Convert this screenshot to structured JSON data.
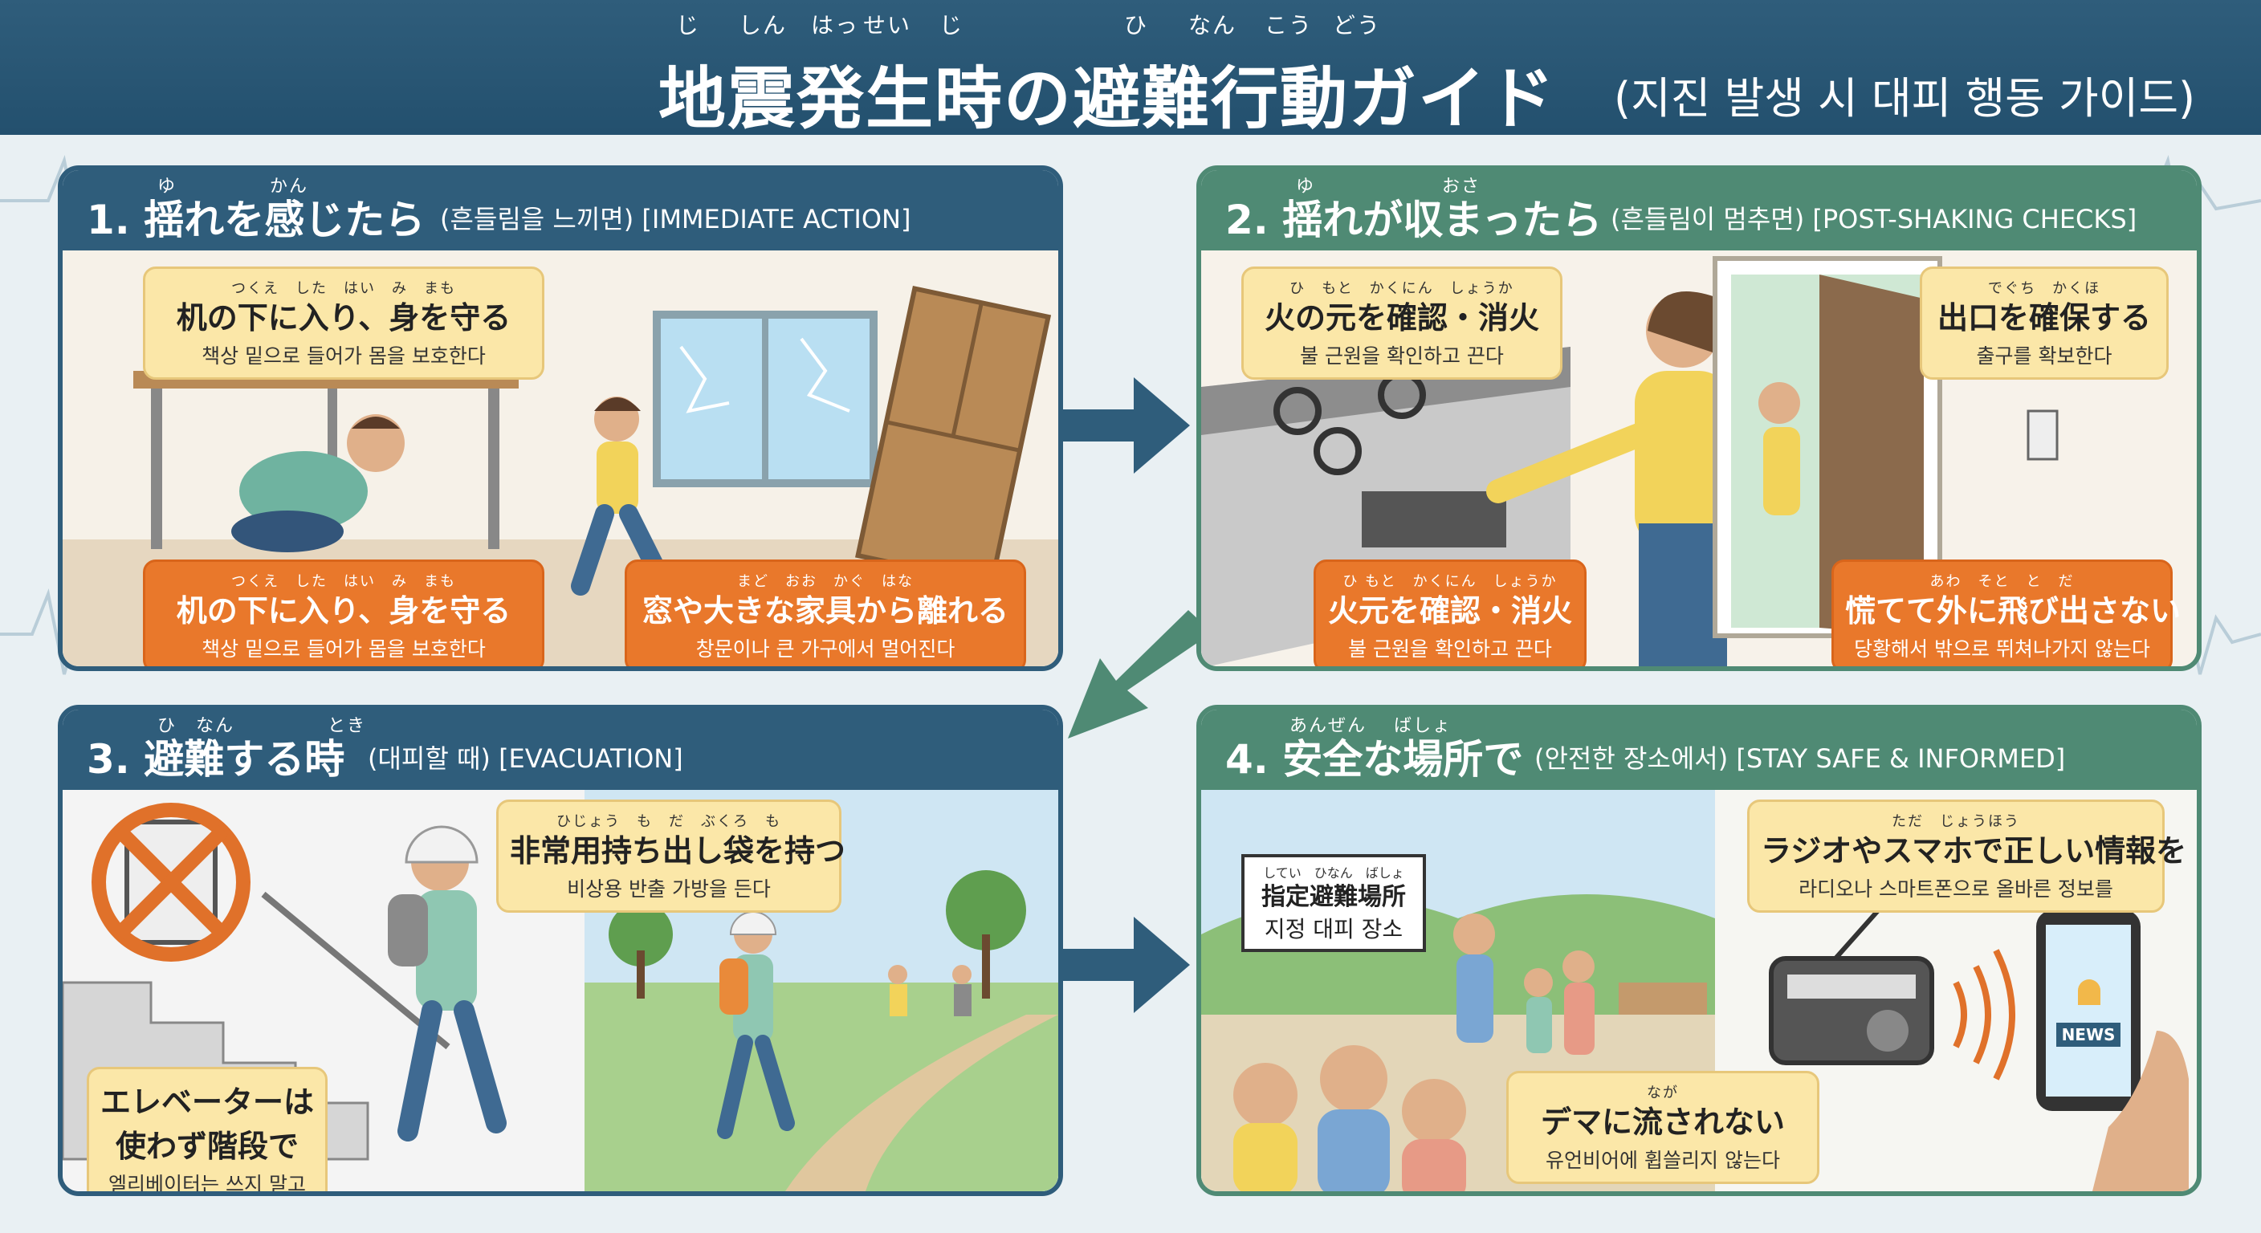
{
  "header": {
    "title": "地震発生時の避難行動ガイド",
    "subtitle": "(지진 발생 시 대피 행동 가이드)",
    "furigana": [
      "じ",
      "しん",
      "はっ",
      "せい",
      "じ",
      "ひ",
      "なん",
      "こう",
      "どう"
    ]
  },
  "panels": [
    {
      "title": "1. 揺れを感じたら",
      "title_ko": "(흔들림을 느끼면) [IMMEDIATE ACTION]",
      "furigana": [
        "ゆ",
        "かん"
      ],
      "callouts": [
        {
          "furigana": "つくえ　した　はい　み　まも",
          "jp": "机の下に入り、身を守る",
          "ko": "책상 밑으로 들어가 몸을 보호한다"
        },
        {
          "furigana": "つくえ　した　はい　み　まも",
          "jp": "机の下に入り、身を守る",
          "ko": "책상 밑으로 들어가 몸을 보호한다"
        },
        {
          "furigana": "まど　おお　かぐ　はな",
          "jp": "窓や大きな家具から離れる",
          "ko": "창문이나 큰 가구에서 멀어진다"
        }
      ]
    },
    {
      "title": "2. 揺れが収まったら",
      "title_ko": "(흔들림이 멈추면) [POST-SHAKING CHECKS]",
      "furigana": [
        "ゆ",
        "おさ"
      ],
      "callouts": [
        {
          "furigana": "ひ　もと　かくにん　しょうか",
          "jp": "火の元を確認・消火",
          "ko": "불 근원을 확인하고 끈다"
        },
        {
          "furigana": "でぐち　かくほ",
          "jp": "出口を確保する",
          "ko": "출구를 확보한다"
        },
        {
          "furigana": "ひ もと　かくにん　しょうか",
          "jp": "火元を確認・消火",
          "ko": "불 근원을 확인하고 끈다"
        },
        {
          "furigana": "あわ　そと　と　だ",
          "jp": "慌てて外に飛び出さない",
          "ko": "당황해서 밖으로 뛰쳐나가지 않는다"
        }
      ]
    },
    {
      "title": "3. 避難する時",
      "title_ko": "(대피할 때) [EVACUATION]",
      "furigana": [
        "ひ　なん",
        "とき"
      ],
      "callouts": [
        {
          "furigana": "ひじょう　も　だ　ぶくろ　も",
          "jp": "非常用持ち出し袋を持つ",
          "ko": "비상용 반출 가방을 든다"
        },
        {
          "jp": "エレベーターは",
          "jp2": "使わず階段で",
          "ko": "엘리베이터는 쓰지 말고"
        }
      ]
    },
    {
      "title": "4. 安全な場所で",
      "title_ko": "(안전한 장소에서) [STAY SAFE & INFORMED]",
      "furigana": [
        "あんぜん",
        "ばしょ"
      ],
      "sign": {
        "furigana": "してい　ひなん　ばしょ",
        "jp": "指定避難場所",
        "ko": "지정 대피 장소"
      },
      "news_label": "NEWS",
      "callouts": [
        {
          "furigana": "ただ　じょうほう",
          "jp": "ラジオやスマホで正しい情報を",
          "ko": "라디오나 스마트폰으로 올바른 정보를"
        },
        {
          "furigana": "なが",
          "jp": "デマに流されない",
          "ko": "유언비어에 휩쓸리지 않는다"
        }
      ]
    }
  ],
  "colors": {
    "header": "#2f5d7b",
    "panel_blue": "#2f5d7b",
    "panel_green": "#4f8a74",
    "callout_yellow": "#fbe7a8",
    "callout_orange": "#e9782b"
  }
}
